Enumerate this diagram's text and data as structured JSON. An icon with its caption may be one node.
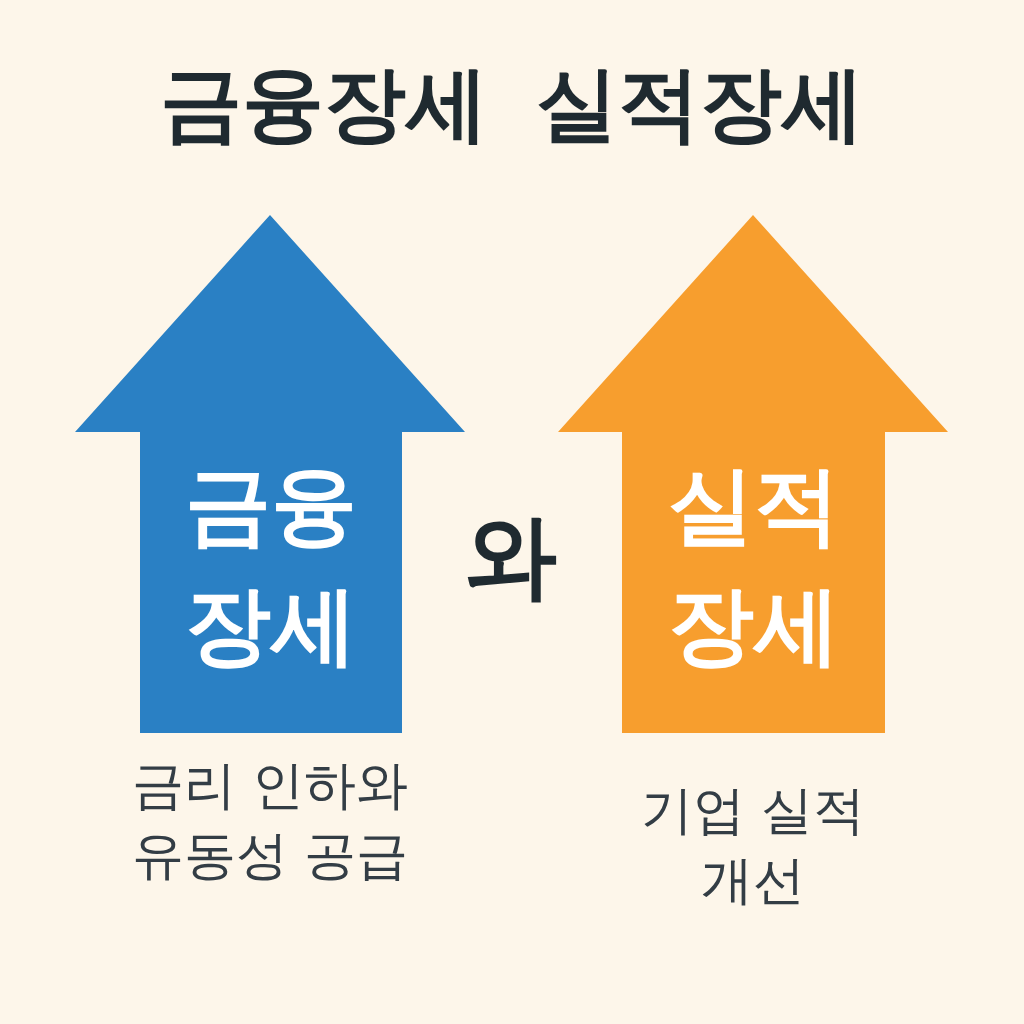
{
  "diagram": {
    "title": "금융장세 실적장세",
    "nodes": [
      {
        "text": [
          "금융장세"
        ],
        "beside": [
          "금리 인하와 유동성 공급"
        ]
      },
      {
        "text": [
          "실적장세"
        ],
        "beside": [
          "기업 실적 개선"
        ]
      }
    ],
    "labels": [
      "와"
    ]
  }
}
